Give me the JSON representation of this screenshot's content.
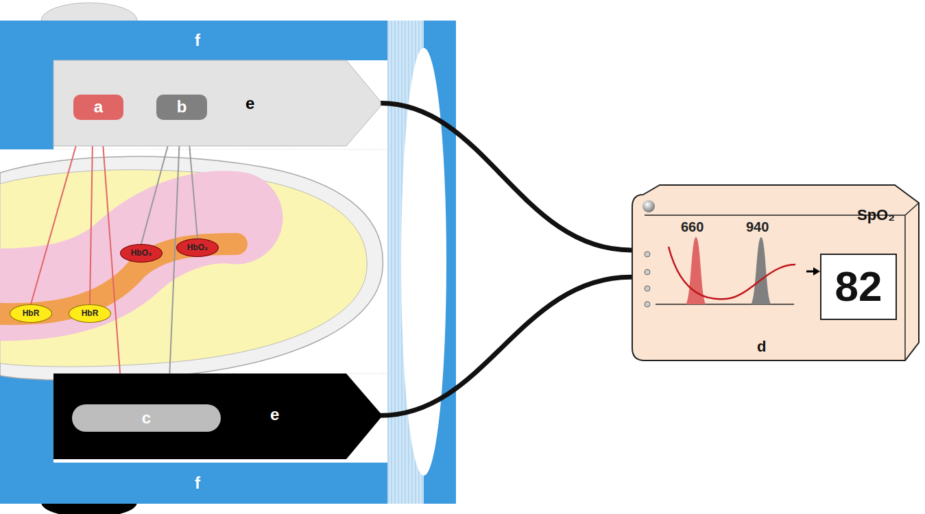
{
  "diagram": {
    "nodes": [
      {
        "text": [
          "e"
        ]
      },
      {
        "text": [
          "a"
        ],
        "in": 0
      },
      {
        "text": [
          "b"
        ],
        "in": 0
      },
      {
        "text": [
          "e"
        ]
      },
      {
        "text": [
          "c"
        ],
        "in": 3
      },
      {
        "text": [
          "HbR"
        ]
      },
      {
        "text": [
          "HbR"
        ]
      },
      {
        "text": [
          "HbO₂"
        ]
      },
      {
        "text": [
          "HbO₂"
        ]
      },
      {
        "text": [
          "660",
          "940",
          "SpO₂",
          "d"
        ]
      },
      {
        "text": [
          "82"
        ],
        "in": 9
      }
    ],
    "edges": [
      {
        "from": 1,
        "to": 5,
        "arrow": "none"
      },
      {
        "from": 1,
        "to": 6,
        "arrow": "none"
      },
      {
        "from": 1,
        "to": 4,
        "arrow": "none"
      },
      {
        "from": 2,
        "to": 7,
        "arrow": "none"
      },
      {
        "from": 2,
        "to": 8,
        "arrow": "none"
      },
      {
        "from": 2,
        "to": 4,
        "arrow": "none"
      },
      {
        "from": 0,
        "to": 9,
        "arrow": "none"
      },
      {
        "from": 3,
        "to": 9,
        "arrow": "none"
      }
    ],
    "labels": [
      "f",
      "f"
    ]
  }
}
